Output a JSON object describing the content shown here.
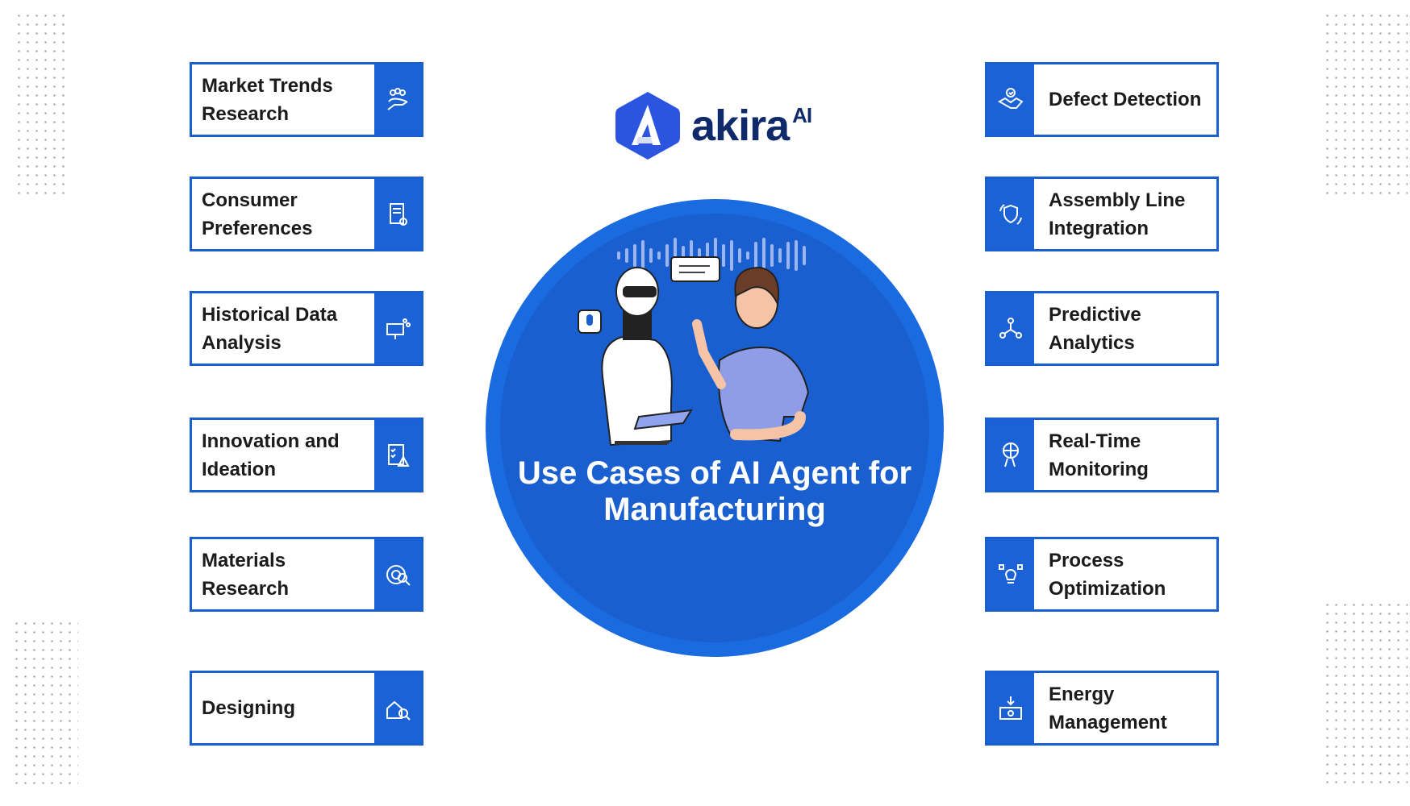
{
  "logo": {
    "name": "akira",
    "suffix": "AI"
  },
  "title": {
    "line1": "Use Cases of AI Agent for",
    "line2": "Manufacturing"
  },
  "left": [
    {
      "label": "Market Trends Research",
      "icon": "people-hand-icon"
    },
    {
      "label": "Consumer Preferences",
      "icon": "document-icon"
    },
    {
      "label": "Historical Data Analysis",
      "icon": "monitor-data-icon"
    },
    {
      "label": "Innovation and Ideation",
      "icon": "checklist-warning-icon"
    },
    {
      "label": "Materials Research",
      "icon": "target-search-icon"
    },
    {
      "label": "Designing",
      "icon": "house-search-icon"
    }
  ],
  "right": [
    {
      "label": "Defect Detection",
      "icon": "handshake-check-icon"
    },
    {
      "label": "Assembly Line Integration",
      "icon": "shield-refresh-icon"
    },
    {
      "label": "Predictive Analytics",
      "icon": "network-icon"
    },
    {
      "label": "Real-Time Monitoring",
      "icon": "globe-person-icon"
    },
    {
      "label": "Process Optimization",
      "icon": "lightbulb-gear-icon"
    },
    {
      "label": "Energy Management",
      "icon": "money-download-icon"
    }
  ],
  "colors": {
    "primary": "#1a5fd0",
    "dark": "#0f2a6b"
  }
}
